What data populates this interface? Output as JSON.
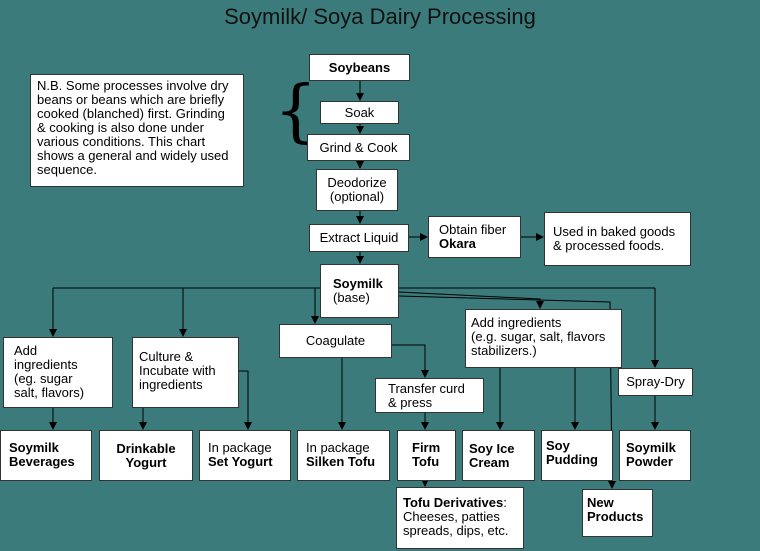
{
  "title": "Soymilk/ Soya Dairy Processing",
  "note": "N.B. Some processes involve dry beans or beans which are briefly cooked (blanched) first. Grinding & cooking is also done under various conditions. This chart shows a general and widely used sequence.",
  "nodes": {
    "soybeans": "Soybeans",
    "soak": "Soak",
    "grind": "Grind & Cook",
    "deodorize": [
      "Deodorize",
      "(optional)"
    ],
    "extract": "Extract Liquid",
    "fiber": [
      "Obtain fiber",
      "Okara"
    ],
    "baked": [
      "Used in baked goods",
      "& processed foods."
    ],
    "soymilk": [
      "Soymilk",
      "(base)"
    ],
    "add1": [
      "Add",
      "ingredients",
      "(eg. sugar",
      "salt, flavors)"
    ],
    "culture": [
      "Culture &",
      "Incubate with",
      "ingredients"
    ],
    "coagulate": "Coagulate",
    "add2": [
      "Add ingredients",
      "(e.g. sugar, salt, flavors",
      "stabilizers.)"
    ],
    "transfer": [
      "Transfer curd",
      "& press"
    ],
    "spray": "Spray-Dry",
    "beverages": [
      "Soymilk",
      "Beverages"
    ],
    "drinkable": [
      "Drinkable",
      "Yogurt"
    ],
    "setyogurt": [
      "In package",
      "Set Yogurt"
    ],
    "silken": [
      "In package",
      "Silken Tofu"
    ],
    "firm": [
      "Firm",
      "Tofu"
    ],
    "icecream": [
      "Soy Ice",
      "Cream"
    ],
    "pudding": [
      "Soy",
      "Pudding"
    ],
    "powder": [
      "Soymilk",
      "Powder"
    ],
    "derivatives": [
      "Tofu Derivatives",
      ":",
      "Cheeses, patties",
      "spreads, dips, etc."
    ],
    "newproducts": [
      "New",
      "Products"
    ]
  }
}
